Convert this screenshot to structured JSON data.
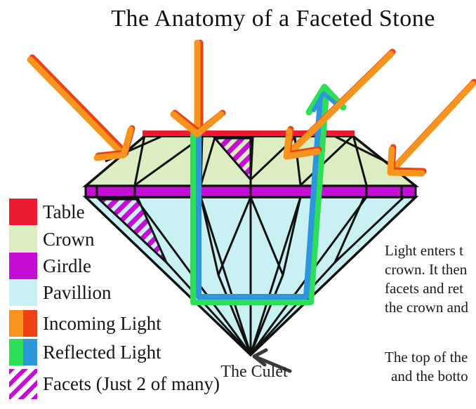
{
  "title": "The Anatomy of a Faceted Stone",
  "legend": {
    "items": [
      {
        "label": "Table"
      },
      {
        "label": "Crown"
      },
      {
        "label": "Girdle"
      },
      {
        "label": "Pavillion"
      },
      {
        "label": "Incoming Light"
      },
      {
        "label": "Reflected Light"
      },
      {
        "label": "Facets (Just 2 of many)"
      }
    ]
  },
  "stone": {
    "culet_label": "The Culet"
  },
  "side_text": {
    "para1": [
      "Light enters t",
      "crown. It then",
      "facets and ret",
      "the crown and"
    ],
    "para2": [
      "The top of the",
      "and the botto"
    ]
  },
  "colors": {
    "table_red": "#ec1c2e",
    "crown_green": "#dcedc2",
    "girdle_magenta": "#c40cd4",
    "pavilion_cyan": "#c9f1f4",
    "orange": "#f7941d",
    "orange_dark": "#ee4215",
    "green": "#2bdf56",
    "blue": "#2e96db",
    "outline": "#111111",
    "culet_arrow": "#3a3a3a"
  }
}
